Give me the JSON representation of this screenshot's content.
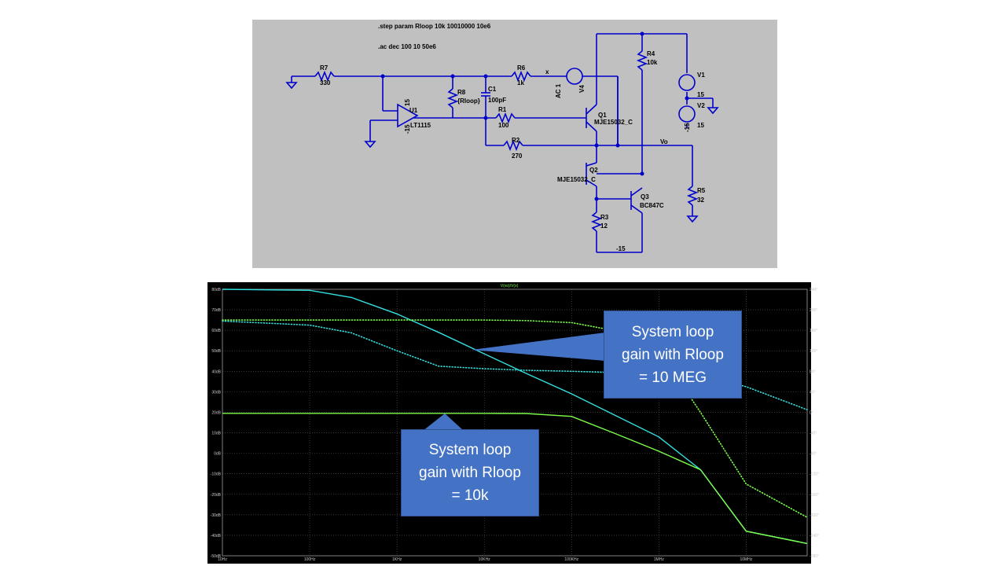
{
  "schematic": {
    "directives": [
      ".step param Rloop 10k 10010000 10e6",
      ".ac dec 100 10 50e6"
    ],
    "net_labels": [
      "x",
      "Vo",
      "-15"
    ],
    "components": [
      {
        "ref": "R7",
        "value": "330"
      },
      {
        "ref": "R6",
        "value": "1k"
      },
      {
        "ref": "R8",
        "value": "{Rloop}"
      },
      {
        "ref": "C1",
        "value": "100pF"
      },
      {
        "ref": "R1",
        "value": "100"
      },
      {
        "ref": "R2",
        "value": "270"
      },
      {
        "ref": "U1",
        "value": "LT1115"
      },
      {
        "ref": "V4",
        "value": "AC 1"
      },
      {
        "ref": "Q1",
        "value": "MJE15032_C"
      },
      {
        "ref": "Q2",
        "value": "MJE15032_C"
      },
      {
        "ref": "Q3",
        "value": "BC847C"
      },
      {
        "ref": "R3",
        "value": "12"
      },
      {
        "ref": "R4",
        "value": "10k"
      },
      {
        "ref": "R5",
        "value": "32"
      },
      {
        "ref": "V1",
        "value": "15"
      },
      {
        "ref": "V2",
        "value": "15"
      }
    ],
    "pin_labels": {
      "u1_top": "15",
      "u1_bottom": "-15",
      "v2_minus": "-15"
    }
  },
  "bode": {
    "title": "V(vo)/V(x)",
    "colors": {
      "mag_10meg": "#33e0e0",
      "mag_10k": "#7cfc4a",
      "bg": "#000000",
      "grid": "#5a5a5a"
    }
  },
  "chart_data": {
    "type": "line",
    "title": "V(vo)/V(x)",
    "x_scale": "log",
    "x_range": [
      10,
      50000000
    ],
    "x_ticks": [
      "10Hz",
      "100Hz",
      "1KHz",
      "10KHz",
      "100KHz",
      "1MHz",
      "10MHz"
    ],
    "y_left_ticks": [
      "80dB",
      "70dB",
      "60dB",
      "50dB",
      "40dB",
      "30dB",
      "20dB",
      "10dB",
      "0dB",
      "-10dB",
      "-20dB",
      "-30dB",
      "-40dB",
      "-50dB"
    ],
    "y_left_range": [
      -50,
      80
    ],
    "y_right_ticks": [
      "240°",
      "200°",
      "160°",
      "120°",
      "80°",
      "40°",
      "0°",
      "-40°",
      "-80°",
      "-120°",
      "-160°",
      "-200°",
      "-240°",
      "-280°"
    ],
    "y_right_range": [
      -280,
      240
    ],
    "series": [
      {
        "name": "Rloop = 10 MEG magnitude",
        "axis": "left",
        "style": "solid",
        "x": [
          10,
          100,
          300,
          1000,
          3000,
          10000,
          30000,
          100000,
          300000,
          1000000,
          3000000,
          10000000,
          50000000
        ],
        "y": [
          80,
          79.5,
          76,
          68,
          59,
          48.5,
          39,
          29,
          19,
          8,
          -8,
          -38,
          -44
        ]
      },
      {
        "name": "Rloop = 10k magnitude",
        "axis": "left",
        "style": "solid",
        "x": [
          10,
          1000,
          10000,
          30000,
          100000,
          300000,
          1000000,
          3000000,
          10000000,
          50000000
        ],
        "y": [
          19.5,
          19.5,
          19.5,
          19.4,
          18,
          10,
          1,
          -8,
          -38,
          -44
        ]
      },
      {
        "name": "Rloop = 10 MEG phase",
        "axis": "right",
        "style": "dotted",
        "x": [
          10,
          100,
          300,
          1000,
          3000,
          10000,
          30000,
          100000,
          1000000,
          3000000,
          10000000,
          50000000
        ],
        "y": [
          178,
          170,
          155,
          120,
          90,
          85,
          82,
          80,
          75,
          72,
          50,
          5
        ]
      },
      {
        "name": "Rloop = 10k phase",
        "axis": "right",
        "style": "dotted",
        "x": [
          10,
          1000,
          10000,
          30000,
          100000,
          300000,
          1000000,
          3000000,
          10000000,
          50000000
        ],
        "y": [
          180,
          180,
          180,
          179,
          175,
          160,
          120,
          0,
          -140,
          -205
        ]
      }
    ]
  },
  "callouts": [
    {
      "text": "System loop\ngain with Rloop\n= 10 MEG"
    },
    {
      "text": "System loop\ngain with Rloop\n= 10k"
    }
  ]
}
